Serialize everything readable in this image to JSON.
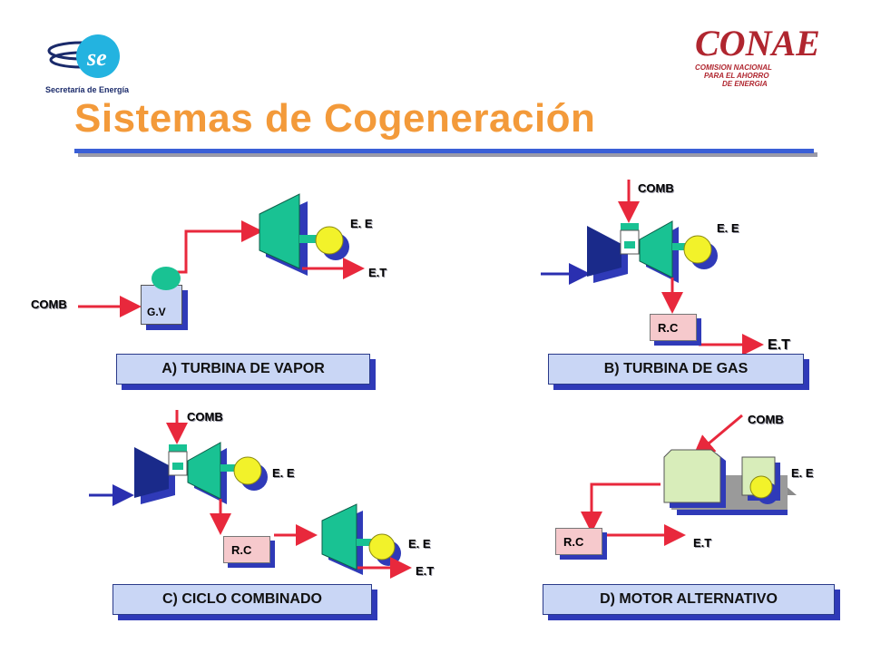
{
  "header": {
    "title": "Sistemas de Cogeneración",
    "left_logo_text": "Secretaría de Energía",
    "right_logo_text": "CONAE",
    "right_logo_lines": [
      "COMISION NACIONAL",
      "PARA EL AHORRO",
      "DE ENERGIA"
    ]
  },
  "panels": {
    "a": {
      "title": "A) TURBINA DE VAPOR",
      "comb": "COMB",
      "gv": "G.V",
      "ee": "E. E",
      "et": "E.T"
    },
    "b": {
      "title": "B) TURBINA DE GAS",
      "comb": "COMB",
      "ee": "E. E",
      "rc": "R.C",
      "et": "E.T"
    },
    "c": {
      "title": "C) CICLO COMBINADO",
      "comb": "COMB",
      "ee1": "E. E",
      "rc": "R.C",
      "ee2": "E. E",
      "et": "E.T"
    },
    "d": {
      "title": "D) MOTOR ALTERNATIVO",
      "comb": "COMB",
      "ee": "E. E",
      "rc": "R.C",
      "et": "E.T"
    }
  },
  "colors": {
    "title": "#f39a3a",
    "arrow_red": "#e8283c",
    "arrow_blue": "#2a2fb0",
    "turbine": "#19c293",
    "generator": "#f2f22a"
  }
}
